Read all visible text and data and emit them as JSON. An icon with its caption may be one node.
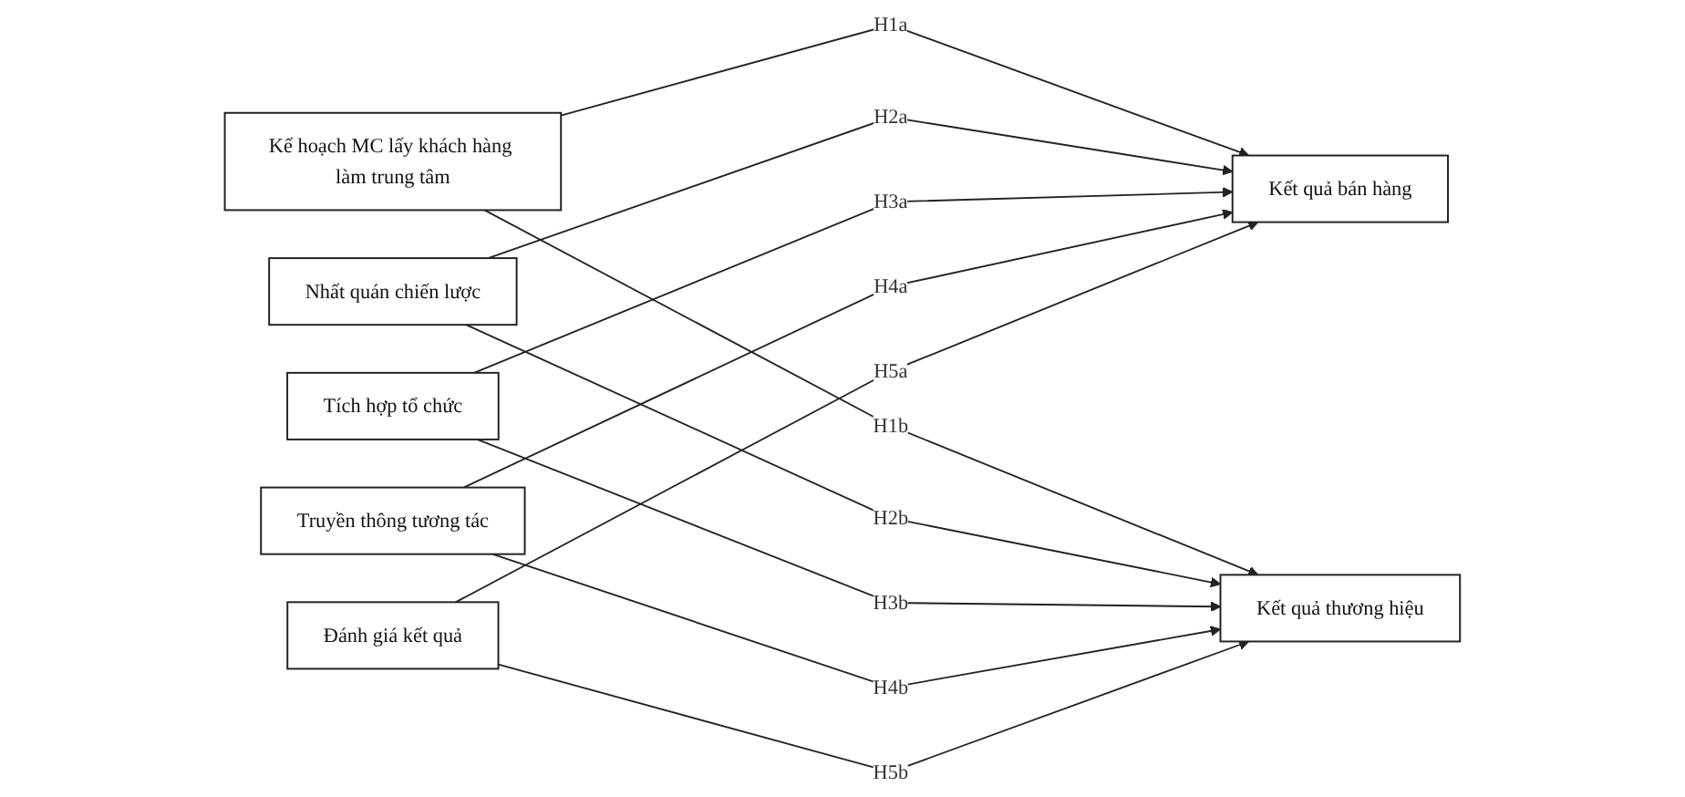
{
  "diagram": {
    "nodes": [
      {
        "text": [
          "Kế hoạch MC lấy khách hàng làm trung tâm"
        ]
      },
      {
        "text": [
          "Nhất quán chiến lược"
        ]
      },
      {
        "text": [
          "Tích hợp tổ chức"
        ]
      },
      {
        "text": [
          "Truyền thông tương tác"
        ]
      },
      {
        "text": [
          "Đánh giá kết quả"
        ]
      },
      {
        "text": [
          "Kết quả bán hàng"
        ]
      },
      {
        "text": [
          "Kết quả thương hiệu"
        ]
      }
    ],
    "edges": [
      {
        "from": 0,
        "to": 5,
        "arrow": "to",
        "label": "H1a"
      },
      {
        "from": 0,
        "to": 6,
        "arrow": "to",
        "label": "H1b"
      },
      {
        "from": 1,
        "to": 5,
        "arrow": "to",
        "label": "H2a"
      },
      {
        "from": 1,
        "to": 6,
        "arrow": "to",
        "label": "H2b"
      },
      {
        "from": 2,
        "to": 5,
        "arrow": "to",
        "label": "H3a"
      },
      {
        "from": 2,
        "to": 6,
        "arrow": "to",
        "label": "H3b"
      },
      {
        "from": 3,
        "to": 5,
        "arrow": "to",
        "label": "H4a"
      },
      {
        "from": 3,
        "to": 6,
        "arrow": "to",
        "label": "H4b"
      },
      {
        "from": 4,
        "to": 5,
        "arrow": "to",
        "label": "H5a"
      },
      {
        "from": 4,
        "to": 6,
        "arrow": "to",
        "label": "H5b"
      }
    ]
  }
}
